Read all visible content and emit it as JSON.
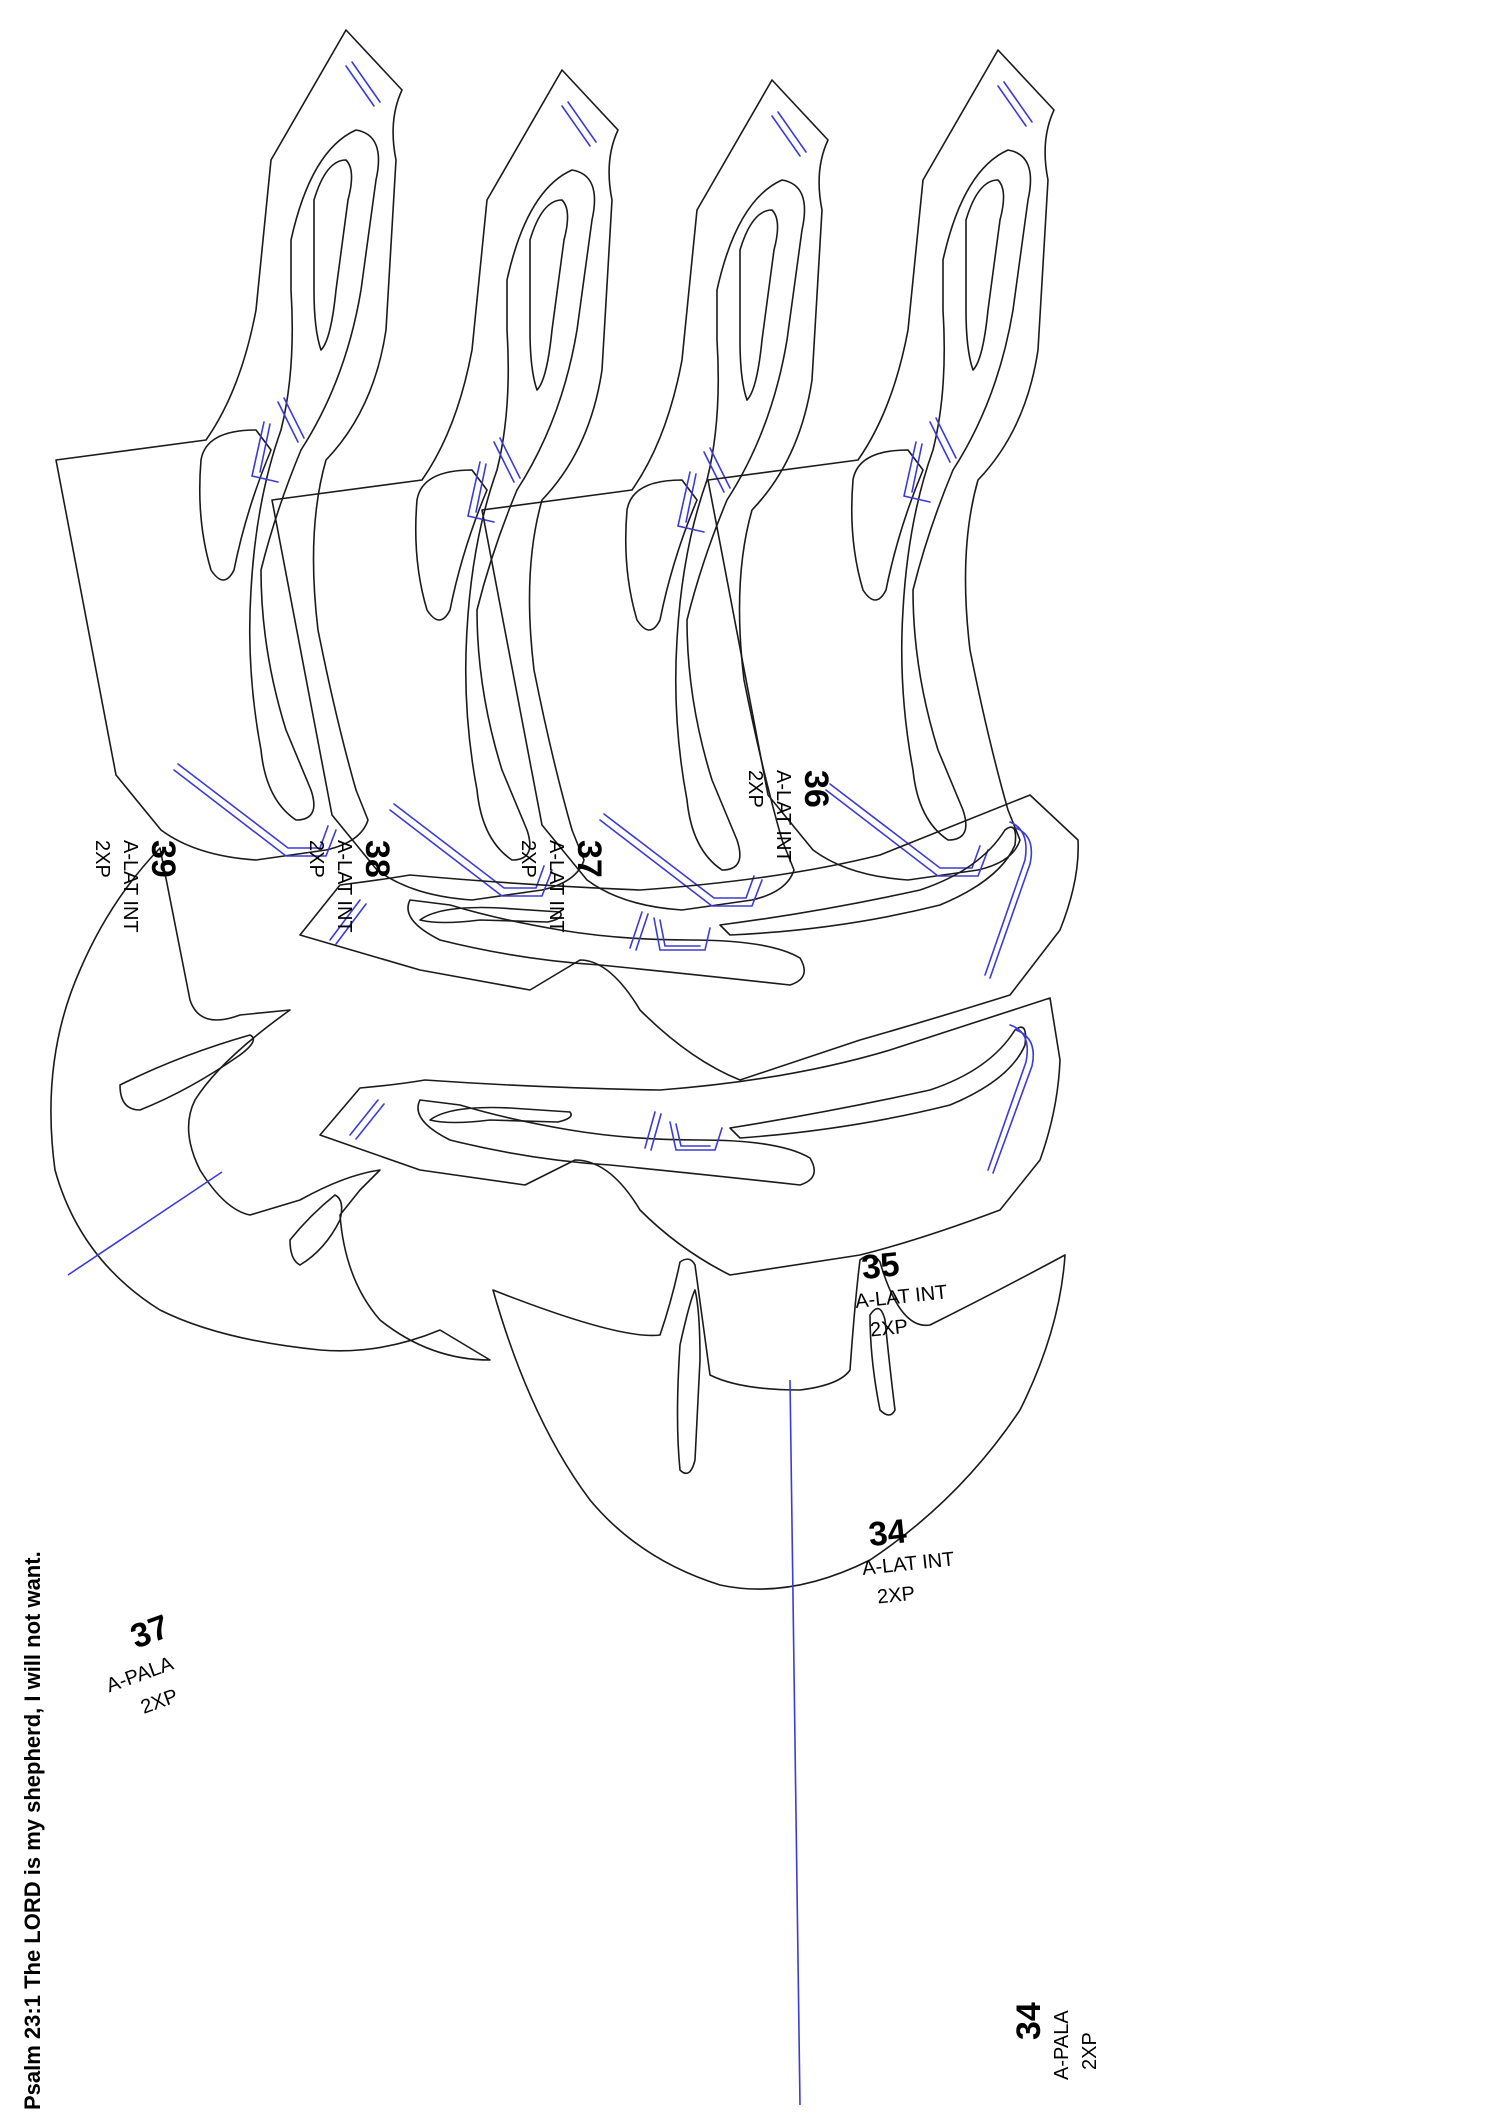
{
  "document": {
    "footer": "Psalm 23:1 The LORD is my shepherd, I will not want."
  },
  "pieces": [
    {
      "number": "39",
      "name": "A-LAT INT",
      "qty": "2XP"
    },
    {
      "number": "38",
      "name": "A-LAT INT",
      "qty": "2XP"
    },
    {
      "number": "37",
      "name": "A-LAT INT",
      "qty": "2XP"
    },
    {
      "number": "36",
      "name": "A-LAT INT",
      "qty": "2XP"
    },
    {
      "number": "35",
      "name": "A-LAT INT",
      "qty": "2XP"
    },
    {
      "number": "34",
      "name": "A-LAT INT",
      "qty": "2XP"
    },
    {
      "number": "37",
      "name": "A-PALA",
      "qty": "2XP"
    },
    {
      "number": "34",
      "name": "A-PALA",
      "qty": "2XP"
    }
  ],
  "colors": {
    "cut_line": "#1a1a1a",
    "slot_line": "#3b3bd6",
    "background": "#ffffff"
  }
}
